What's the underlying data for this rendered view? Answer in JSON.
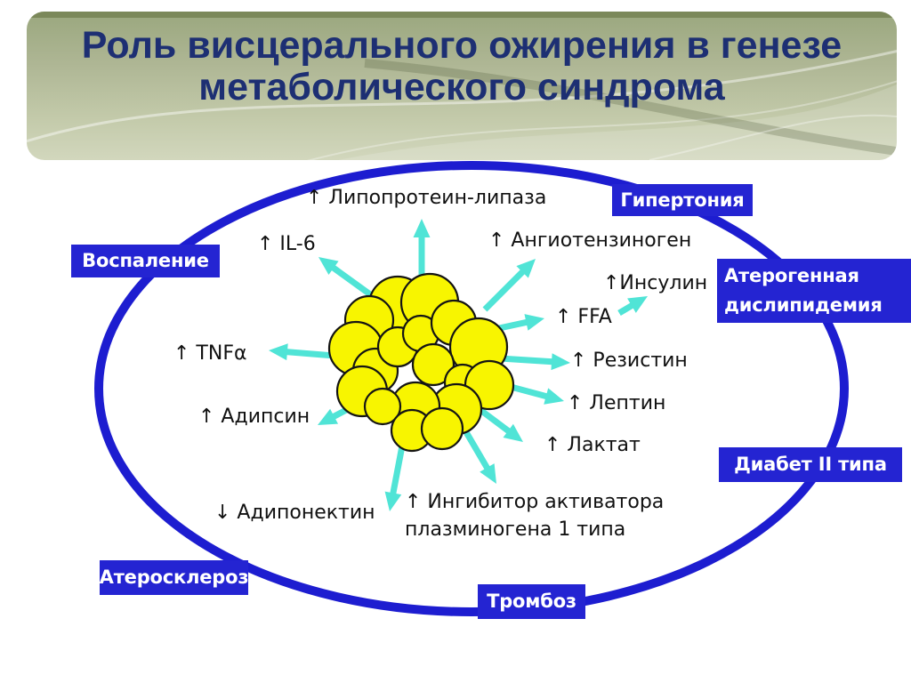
{
  "title": {
    "line1": "Роль висцерального ожирения в генезе",
    "line2": "метаболического синдрома"
  },
  "factors": [
    {
      "id": "lipoprotein-lipase",
      "text": "↑ Липопротеин-липаза"
    },
    {
      "id": "il-6",
      "text": "↑ IL-6"
    },
    {
      "id": "angiotensinogen",
      "text": "↑ Ангиотензиноген"
    },
    {
      "id": "insulin",
      "text": "↑Инсулин"
    },
    {
      "id": "ffa",
      "text": "↑ FFA"
    },
    {
      "id": "tnf-alpha",
      "text": "↑ TNFα"
    },
    {
      "id": "resistin",
      "text": "↑ Резистин"
    },
    {
      "id": "leptin",
      "text": "↑ Лептин"
    },
    {
      "id": "adipsin",
      "text": "↑ Адипсин"
    },
    {
      "id": "lactate",
      "text": "↑ Лактат"
    },
    {
      "id": "adiponectin",
      "text": "↓ Адипонектин"
    },
    {
      "id": "pai-1",
      "text": "↑ Ингибитор активатора плазминогена 1 типа"
    }
  ],
  "outcomes": [
    {
      "id": "hypertension",
      "text": "Гипертония"
    },
    {
      "id": "inflammation",
      "text": "Воспаление"
    },
    {
      "id": "dyslipidemia",
      "text": "Атерогенная дислипидемия"
    },
    {
      "id": "diabetes",
      "text": "Диабет II типа"
    },
    {
      "id": "atherosclerosis",
      "text": "Атеросклероз"
    },
    {
      "id": "thrombosis",
      "text": "Тромбоз"
    }
  ],
  "colors": {
    "title_text": "#1d2f73",
    "outcome_bg": "#2424d2",
    "outcome_text": "#ffffff",
    "ellipse_stroke": "#1d1dd0",
    "arrow": "#50e4d6",
    "cell_fill": "#f8f500",
    "cell_stroke": "#141414",
    "factor_text": "#111111",
    "banner_gradient_top": "#9aa77e",
    "banner_gradient_bottom": "#d2d7bd"
  }
}
